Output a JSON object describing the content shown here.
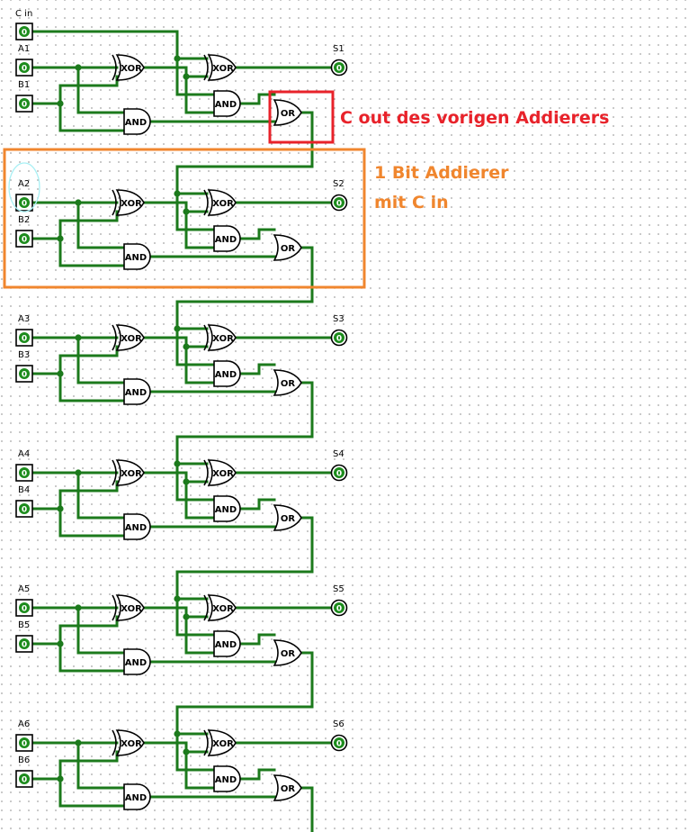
{
  "circuit": {
    "carry_input": {
      "label": "C in",
      "value": "0"
    },
    "stages": [
      {
        "a_label": "A1",
        "b_label": "B1",
        "sum_label": "S1",
        "a_value": "0",
        "b_value": "0",
        "sum_value": "0"
      },
      {
        "a_label": "A2",
        "b_label": "B2",
        "sum_label": "S2",
        "a_value": "0",
        "b_value": "0",
        "sum_value": "0"
      },
      {
        "a_label": "A3",
        "b_label": "B3",
        "sum_label": "S3",
        "a_value": "0",
        "b_value": "0",
        "sum_value": "0"
      },
      {
        "a_label": "A4",
        "b_label": "B4",
        "sum_label": "S4",
        "a_value": "0",
        "b_value": "0",
        "sum_value": "0"
      },
      {
        "a_label": "A5",
        "b_label": "B5",
        "sum_label": "S5",
        "a_value": "0",
        "b_value": "0",
        "sum_value": "0"
      },
      {
        "a_label": "A6",
        "b_label": "B6",
        "sum_label": "S6",
        "a_value": "0",
        "b_value": "0",
        "sum_value": "0"
      }
    ],
    "gate_labels": {
      "xor": "XOR",
      "and": "AND",
      "or": "OR"
    }
  },
  "annotations": {
    "carry_out": {
      "text": "C out des vorigen Addierers",
      "color": "#e8222a"
    },
    "adder_block": {
      "line1": "1 Bit Addierer",
      "line2": "mit C in",
      "color": "#f0862e"
    }
  },
  "colors": {
    "wire": "#1c7a1c",
    "pin_fill": "#1c8c1c",
    "gate_fill": "#ffffff",
    "gate_stroke": "#000000",
    "label_text": "#000000",
    "highlight_circle": "#a8f0f4"
  }
}
